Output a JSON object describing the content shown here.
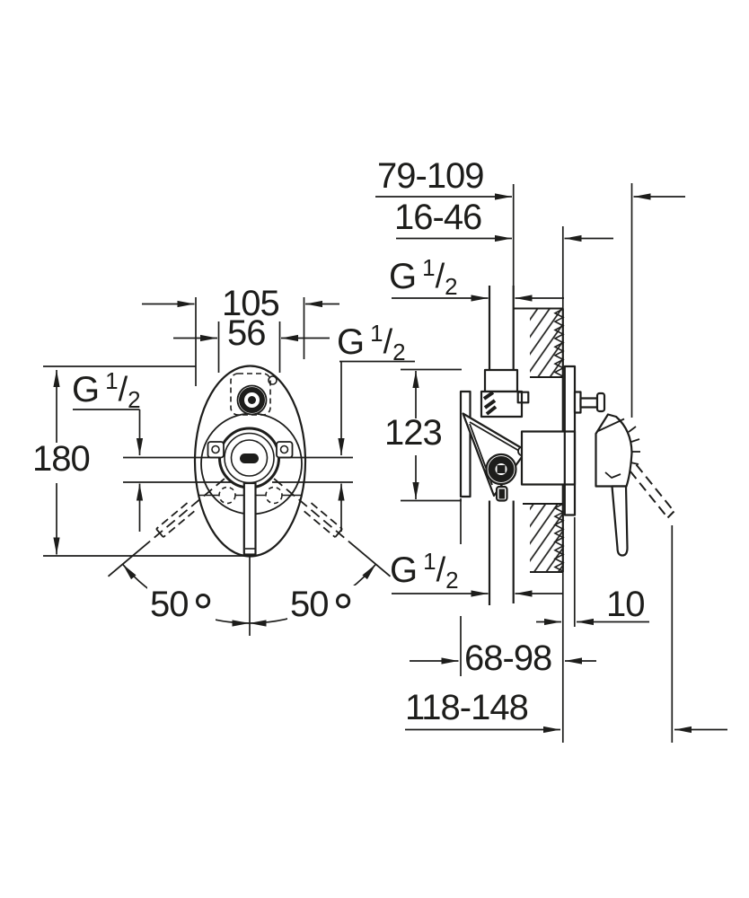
{
  "drawing_title": "concealed-mixer-rough-in-dimension-drawing",
  "thread": {
    "letter": "G",
    "sup": "1",
    "slash": "/",
    "sub": "2"
  },
  "dims": {
    "depth_range_total": "79-109",
    "depth_range_min": "16-46",
    "plate_width": "105",
    "cartridge_width": "56",
    "plate_height": "180",
    "port_spacing": "123",
    "angle_value": "50",
    "angle_unit": "°",
    "plate_thickness": "10",
    "body_depth_range": "68-98",
    "total_depth_range": "118-148"
  }
}
